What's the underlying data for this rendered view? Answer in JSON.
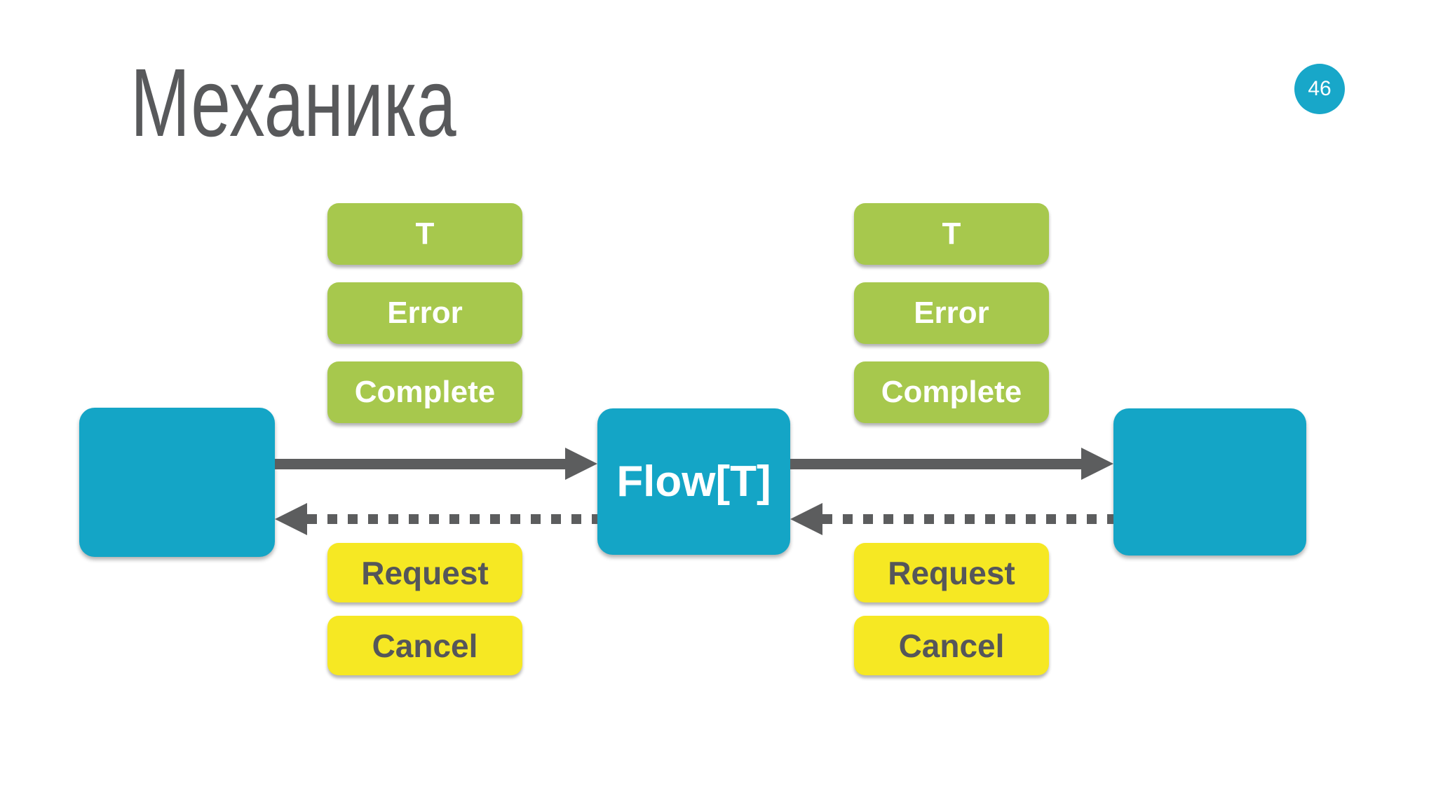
{
  "slide": {
    "title": "Механика",
    "page_number": "46"
  },
  "colors": {
    "accent_teal": "#14a5c6",
    "badge_teal": "#18a7c9",
    "accent_green": "#a7c84d",
    "accent_yellow": "#f6e823",
    "arrow_gray": "#5c5d5e",
    "title_gray": "#58595b",
    "label_text_light": "#ffffff",
    "label_text_dark": "#55565a",
    "background": "#ffffff"
  },
  "diagram": {
    "flow_box_label": "Flow[T]",
    "downstream_events": [
      "T",
      "Error",
      "Complete"
    ],
    "upstream_signals": [
      "Request",
      "Cancel"
    ]
  }
}
